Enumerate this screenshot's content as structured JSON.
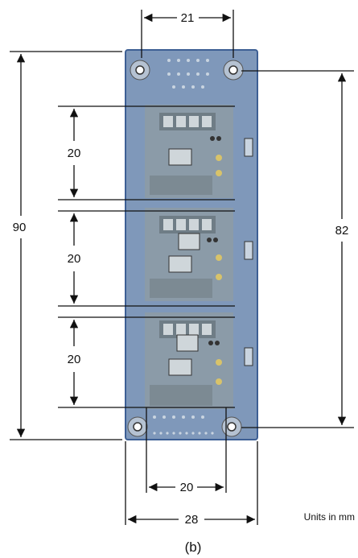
{
  "figure": {
    "caption": "(b)",
    "units_note": "Units in mm",
    "dimensions": {
      "top_hole_spacing": "21",
      "overall_height": "90",
      "hole_vertical_spacing": "82",
      "section_1": "20",
      "section_2": "20",
      "section_3": "20",
      "bottom_hole_spacing": "20",
      "overall_width": "28"
    },
    "colors": {
      "board_fill": "#7f98ba",
      "board_border": "#3d5f94",
      "section_fill": "#8d9ba5",
      "line": "#111111"
    },
    "board": {
      "sections": 3,
      "mounting_holes": 4
    }
  }
}
